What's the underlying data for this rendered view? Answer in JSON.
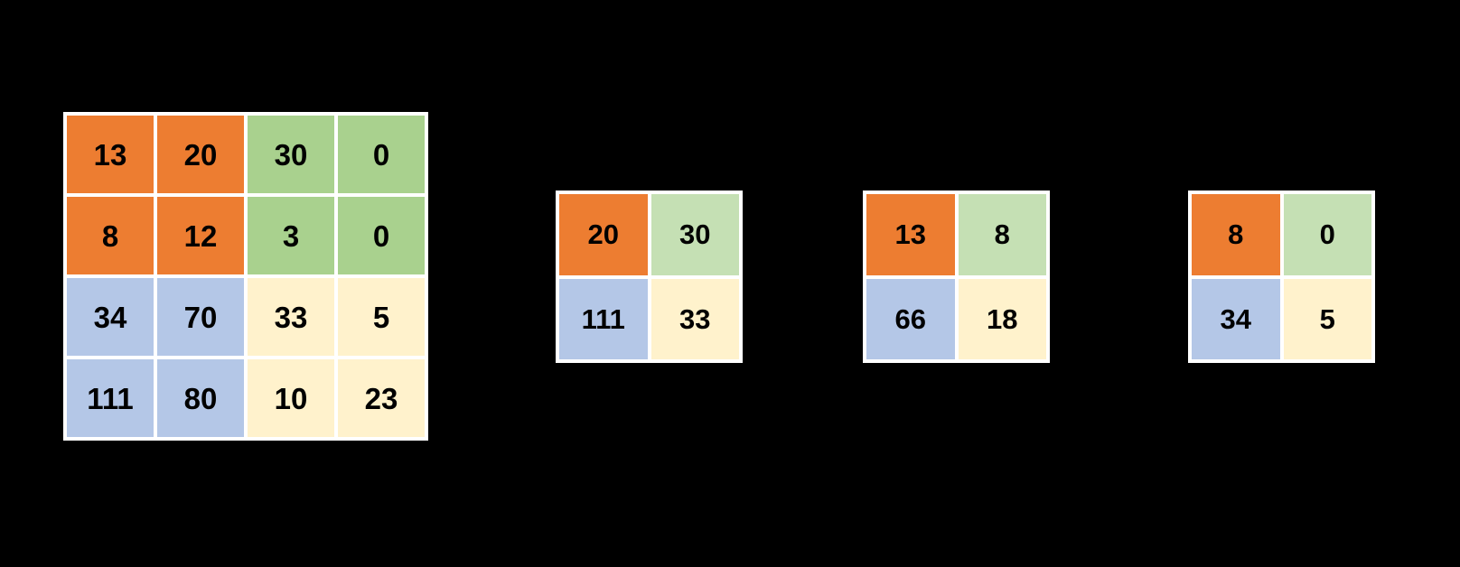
{
  "palette": {
    "background": "#000000",
    "cell_gap": "#FFFFFF",
    "text": "#000000",
    "orange": "#ED7D31",
    "green": "#A9D18E",
    "green_light": "#C5E0B4",
    "blue": "#B4C7E7",
    "cream": "#FFF2CC"
  },
  "input_matrix": {
    "rows": 4,
    "cols": 4,
    "cells": [
      {
        "v": "13",
        "c": "orange"
      },
      {
        "v": "20",
        "c": "orange"
      },
      {
        "v": "30",
        "c": "green"
      },
      {
        "v": "0",
        "c": "green"
      },
      {
        "v": "8",
        "c": "orange"
      },
      {
        "v": "12",
        "c": "orange"
      },
      {
        "v": "3",
        "c": "green"
      },
      {
        "v": "0",
        "c": "green"
      },
      {
        "v": "34",
        "c": "blue"
      },
      {
        "v": "70",
        "c": "blue"
      },
      {
        "v": "33",
        "c": "cream"
      },
      {
        "v": "5",
        "c": "cream"
      },
      {
        "v": "111",
        "c": "blue"
      },
      {
        "v": "80",
        "c": "blue"
      },
      {
        "v": "10",
        "c": "cream"
      },
      {
        "v": "23",
        "c": "cream"
      }
    ]
  },
  "pooled_matrices": [
    {
      "rows": 2,
      "cols": 2,
      "cells": [
        {
          "v": "20",
          "c": "orange"
        },
        {
          "v": "30",
          "c": "green_light"
        },
        {
          "v": "111",
          "c": "blue"
        },
        {
          "v": "33",
          "c": "cream"
        }
      ]
    },
    {
      "rows": 2,
      "cols": 2,
      "cells": [
        {
          "v": "13",
          "c": "orange"
        },
        {
          "v": "8",
          "c": "green_light"
        },
        {
          "v": "66",
          "c": "blue"
        },
        {
          "v": "18",
          "c": "cream"
        }
      ]
    },
    {
      "rows": 2,
      "cols": 2,
      "cells": [
        {
          "v": "8",
          "c": "orange"
        },
        {
          "v": "0",
          "c": "green_light"
        },
        {
          "v": "34",
          "c": "blue"
        },
        {
          "v": "5",
          "c": "cream"
        }
      ]
    }
  ]
}
